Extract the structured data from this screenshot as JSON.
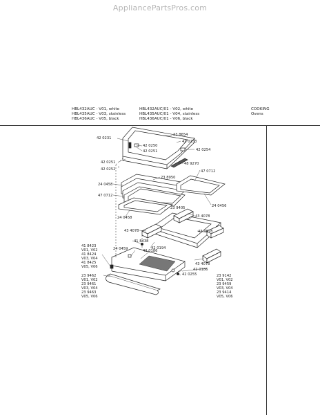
{
  "watermark": "AppliancePartsPros.com",
  "header": {
    "col1": [
      "HBL432AUC - V01, white",
      "HBL435AUC - V03, stainless",
      "HBL436AUC - V05, black"
    ],
    "col2": [
      "HBL432AUC/01 - V02, white",
      "HBL435AUC/01 - V04, stainless",
      "HBL436AUC/01 - V06, black"
    ],
    "col3": [
      "COOKING",
      "Ovens"
    ]
  },
  "callouts": {
    "p420231": "42 0231",
    "p238654": "23 8654",
    "p420250": "42 0250",
    "p420253": "42 0253",
    "p420251a": "42 0251",
    "p420254": "42 0254",
    "p420251b": "42 0251",
    "p489270": "48 9270",
    "p420252": "42 0252",
    "p470712a": "47 0712",
    "p238950": "23 8950",
    "p240458a": "24 0458",
    "p240456": "24 0456",
    "p470712b": "47 0712",
    "p239405": "23 9405",
    "p240458b": "24 0458",
    "p434078a": "43 4078",
    "p434078b": "43 4078",
    "p434078c": "43 4078",
    "p418438": "41 8438",
    "p420194": "42 0194",
    "p240459": "24 0459",
    "p420186a": "42 0186",
    "p420186b": "42 0186",
    "p420255": "42 0255",
    "p434078d": "43 4078"
  },
  "left_list": [
    "41 8423",
    "V01, V02",
    "41 8424",
    "V03, V04",
    "41 8425",
    "V05, V06",
    "23 9462",
    "V01, V02",
    "23 9461",
    "V03, V04",
    "23 9463",
    "V05, V06"
  ],
  "right_list": [
    "23 9142",
    "V01, V02",
    "23 9459",
    "V03, V04",
    "23 9414",
    "V05, V06"
  ]
}
